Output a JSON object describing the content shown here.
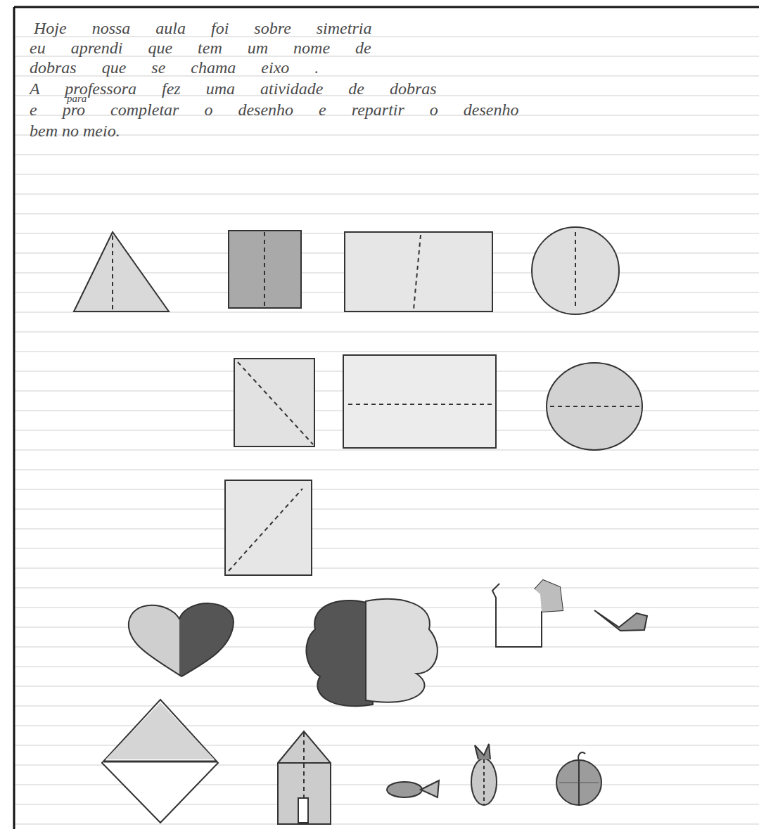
{
  "diagram": {
    "labels": [
      "Hoje nossa aula foi sobre simetria",
      "eu aprendi que tem um nome de",
      "dobras que se chama eixo .",
      "A professora fez uma atividade de dobras",
      "para",
      "e pro completar o desenho e repartir o desenho",
      "bem no meio."
    ]
  }
}
